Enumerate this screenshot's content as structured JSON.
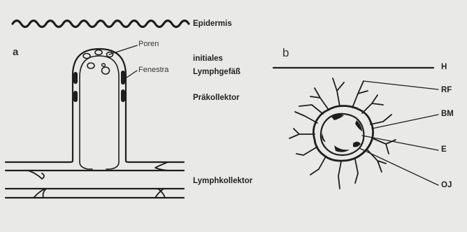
{
  "labels": {
    "epidermis": "Epidermis",
    "panel_a": "a",
    "panel_b": "b",
    "poren": "Poren",
    "fenestra": "Fenestra",
    "initiales": "initiales",
    "lymphgefaess": "Lymphgefäß",
    "praekollektor": "Präkollektor",
    "lymphkollektor": "Lymphkollektor",
    "h": "H",
    "rf": "RF",
    "bm": "BM",
    "e": "E",
    "oj": "OJ"
  },
  "colors": {
    "background": "#e9e9e7",
    "ink": "#1e1e1e"
  }
}
